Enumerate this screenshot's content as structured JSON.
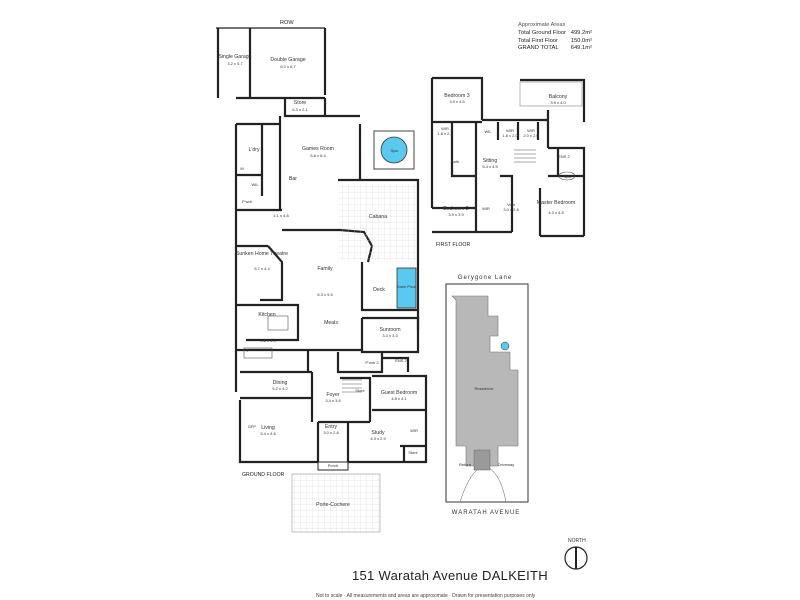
{
  "areas": {
    "heading": "Approximate Areas",
    "rows": [
      {
        "label": "Total Ground Floor",
        "value": "499.2m²"
      },
      {
        "label": "Total First Floor",
        "value": "150.0m²"
      },
      {
        "label": "GRAND TOTAL",
        "value": "649.1m²"
      }
    ]
  },
  "ground_floor": {
    "label": "GROUND FLOOR",
    "row_label": "ROW",
    "rooms": {
      "single_garage": {
        "name": "Single Garage",
        "size": "3.2 x 5.7"
      },
      "double_garage": {
        "name": "Double Garage",
        "size": "6.0 x 6.7"
      },
      "store_top": {
        "name": "Store",
        "size": "6.3 x 2.1"
      },
      "games_room": {
        "name": "Games Room",
        "size": "6.8 x 6.4"
      },
      "spa": "Spa",
      "ldry": "L'dry",
      "wil": "WIL",
      "w": "W",
      "bar": {
        "name": "Bar",
        "size": "4.1 x 4.8"
      },
      "pwdr": "P'wdr",
      "cabana": "Cabana",
      "theatre": {
        "name": "Sunken Home Theatre",
        "size": "5.7 x 4.4"
      },
      "family": {
        "name": "Family",
        "size": "6.3 x 9.5"
      },
      "deck": "Deck",
      "pool": "Swim Pool",
      "kitchen": {
        "name": "Kitchen",
        "size": "4.8 x 4.9"
      },
      "meals": "Meals",
      "sunroom": {
        "name": "Sunroom",
        "size": "3.3 x 3.3"
      },
      "p": "P",
      "pwdr2": "P'wdr 2",
      "ens2": "ENS 2",
      "dining": {
        "name": "Dining",
        "size": "5.2 x 4.2"
      },
      "store_mid": "Store",
      "guest_bed": {
        "name": "Guest Bedroom",
        "size": "4.8 x 4.1"
      },
      "foyer": {
        "name": "Foyer",
        "size": "3.4 x 3.6"
      },
      "living": {
        "name": "Living",
        "size": "5.4 x 4.6"
      },
      "entry": {
        "name": "Entry",
        "size": "3.0 x 2.8"
      },
      "study": {
        "name": "Study",
        "size": "4.3 x 2.9"
      },
      "wir": "WIR",
      "store_low": "Store",
      "gfp": "GFP",
      "porch": "Porch",
      "porte_cochere": "Porte-Cochere"
    }
  },
  "first_floor": {
    "label": "FIRST FLOOR",
    "rooms": {
      "bed3": {
        "name": "Bedroom 3",
        "size": "3.9 x 4.5"
      },
      "balcony": {
        "name": "Balcony",
        "size": "3.9 x 4.0"
      },
      "wir_a": {
        "name": "WIR",
        "size": "1.8 x 2.2"
      },
      "wil": "WIL",
      "wir_b": {
        "name": "WIR",
        "size": "1.8 x 2.0"
      },
      "wir_c": {
        "name": "WIR",
        "size": "2.0 x 2.0"
      },
      "ens2": "ENS 2",
      "bath": "Bath",
      "sitting": {
        "name": "Sitting",
        "size": "5.4 x 4.5"
      },
      "spa": "Spa",
      "bed2": {
        "name": "Bedroom 2",
        "size": "3.9 x 3.9"
      },
      "wir_d": "WIR",
      "void": {
        "name": "Void",
        "size": "3.0 x 2.8"
      },
      "master": {
        "name": "Master Bedroom",
        "size": "4.3 x 4.5"
      }
    }
  },
  "site": {
    "top_road": "Gerygone Lane",
    "bottom_road": "WARATAH AVENUE",
    "residence": "Residence",
    "return": "Return",
    "driveway": "Driveway"
  },
  "address": "151 Waratah Avenue DALKEITH",
  "north": "NORTH",
  "disclaimer": "Not to scale  ·  All measurements and areas are approximate  ·  Drawn for presentation purposes only",
  "colors": {
    "wall": "#222222",
    "pool": "#5bc8f0",
    "residence": "#b8b8b8",
    "paving_grid": "#cfcfcf"
  }
}
